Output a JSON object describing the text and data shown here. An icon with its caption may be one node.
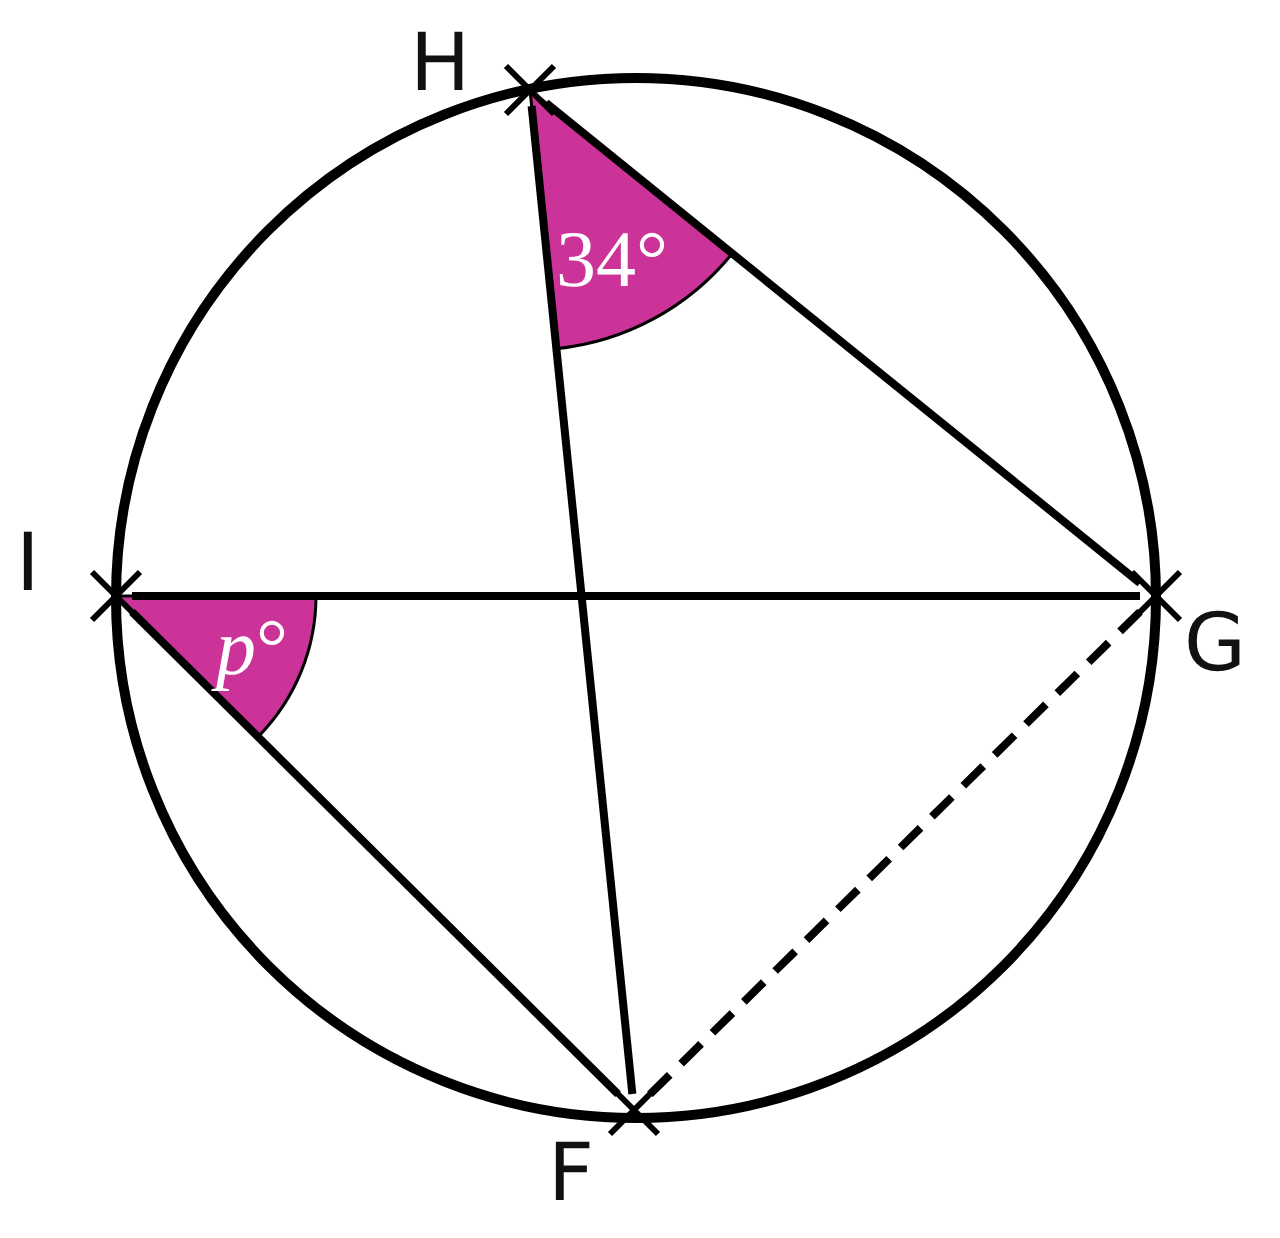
{
  "diagram": {
    "nodes": [
      {
        "text": [],
        "shape": "cross",
        "beside": [
          "H"
        ]
      },
      {
        "text": [],
        "shape": "cross",
        "beside": [
          "I"
        ]
      },
      {
        "text": [],
        "shape": "cross",
        "beside": [
          "G"
        ]
      },
      {
        "text": [],
        "shape": "cross",
        "beside": [
          "F"
        ]
      }
    ],
    "edges": [
      {
        "from": 0,
        "to": 3,
        "arrow": "none"
      },
      {
        "from": 0,
        "to": 2,
        "arrow": "none"
      },
      {
        "from": 1,
        "to": 2,
        "arrow": "none"
      },
      {
        "from": 1,
        "to": 3,
        "arrow": "none"
      },
      {
        "from": 2,
        "to": 3,
        "arrow": "none",
        "style": "dashed"
      }
    ],
    "labels": [
      "34°",
      "*p*°"
    ]
  }
}
